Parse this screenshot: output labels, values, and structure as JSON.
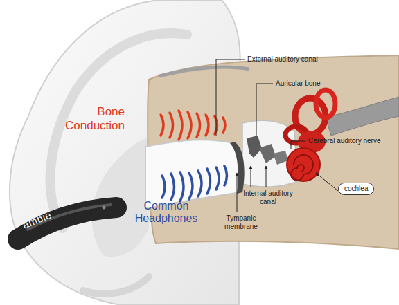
{
  "diagram": {
    "nodes": [
      {
        "text": [
          "cochlea"
        ]
      }
    ],
    "labels": [
      "Bone Conduction",
      "Common Headphones",
      "External auditory canal",
      "Auricular bone",
      "Cerebral auditory nerve",
      "Internal auditory canal",
      "Tympanic membrane",
      "ambie"
    ]
  }
}
